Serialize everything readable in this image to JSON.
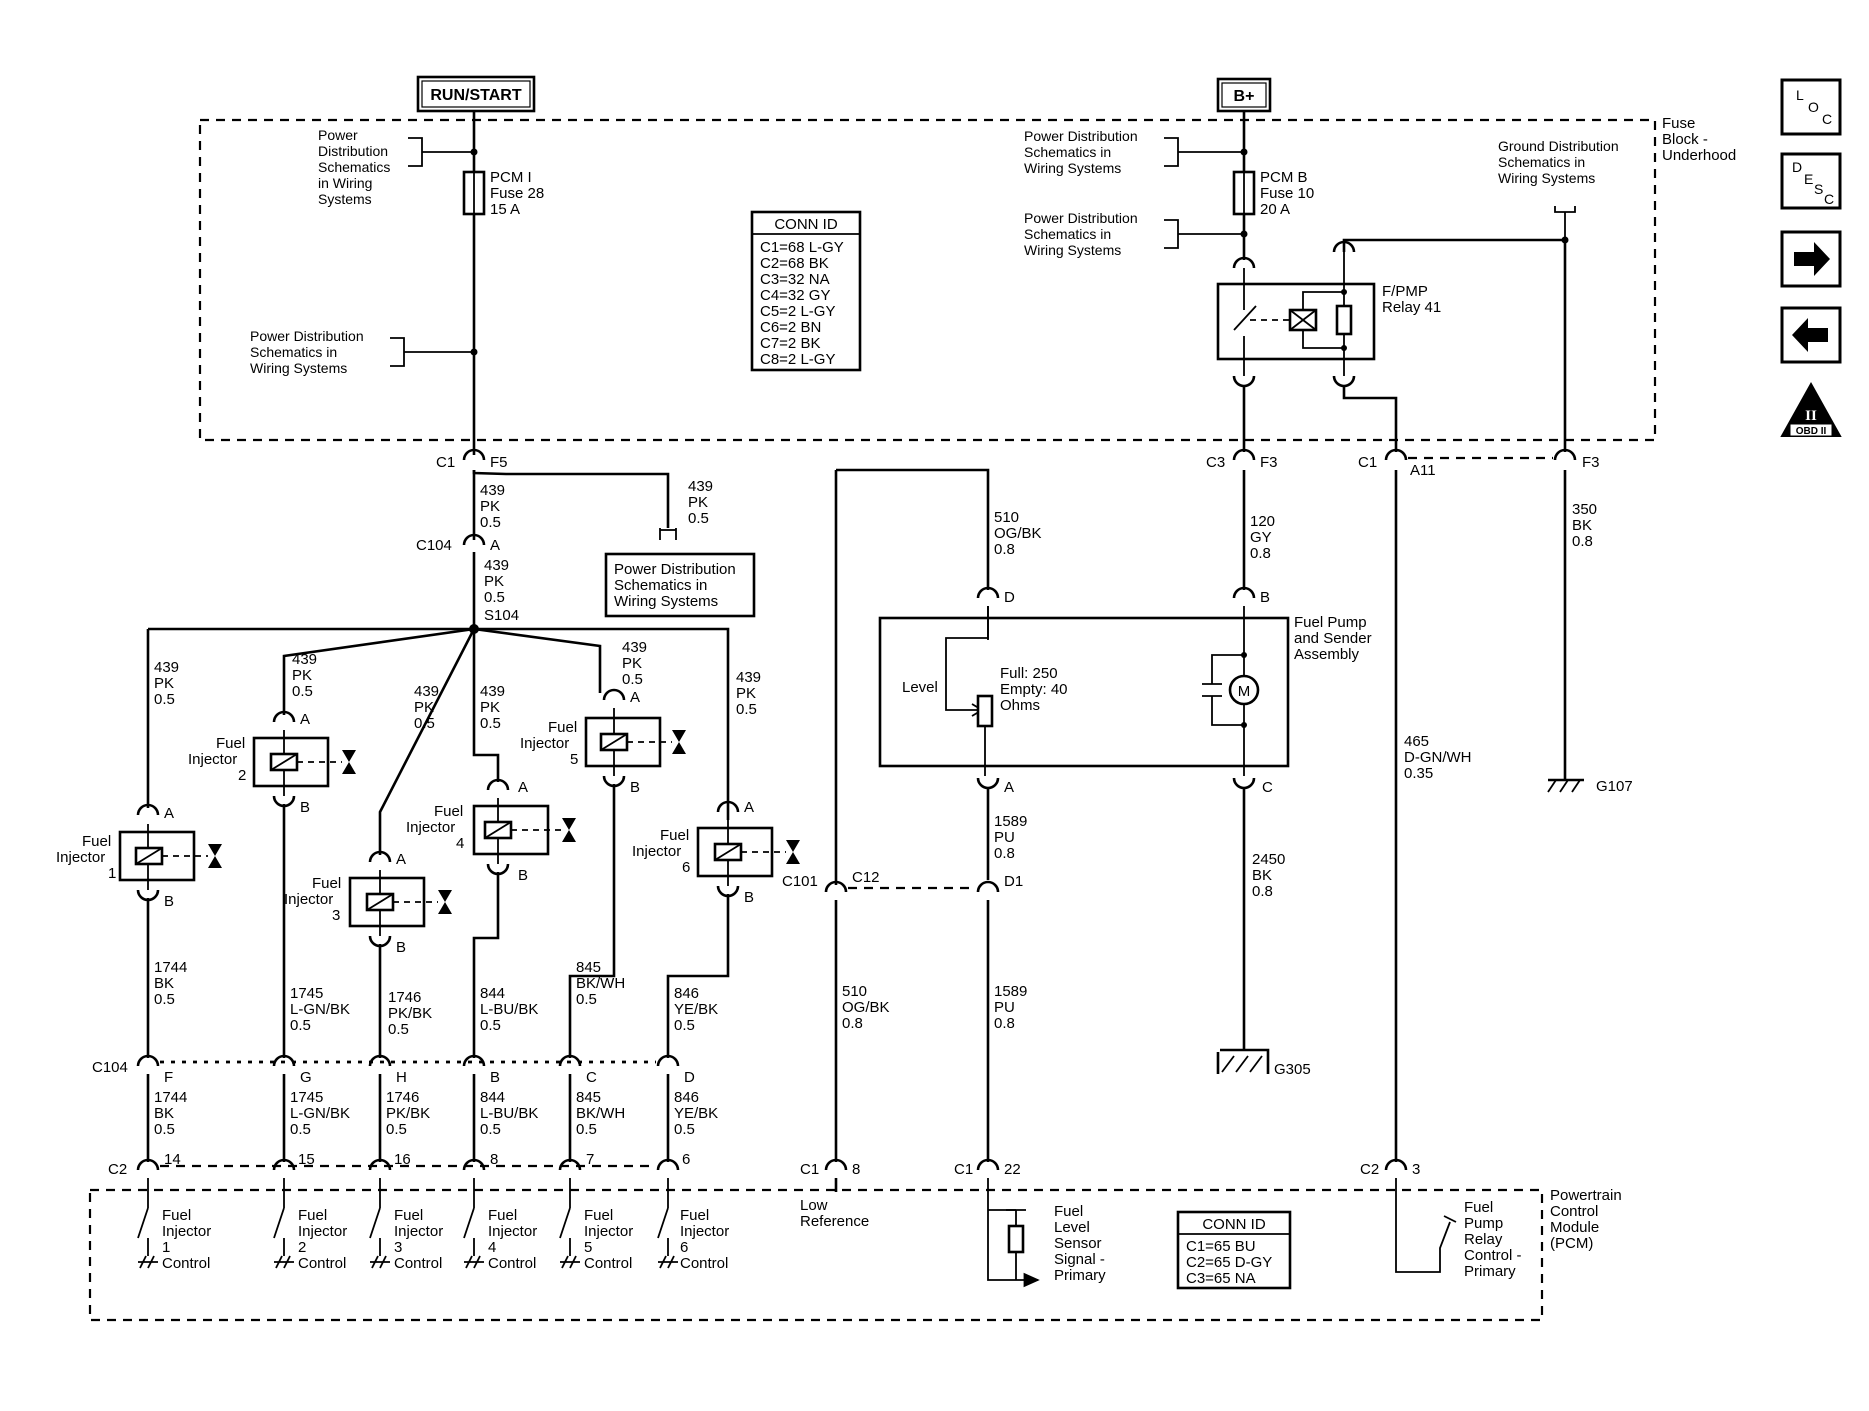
{
  "sources": {
    "run_start": "RUN/START",
    "b_plus": "B+"
  },
  "fuse_block": {
    "label_lines": [
      "Fuse",
      "Block -",
      "Underhood"
    ],
    "pcm_i_fuse": [
      "PCM I",
      "Fuse 28",
      "15 A"
    ],
    "pcm_b_fuse": [
      "PCM B",
      "Fuse 10",
      "20 A"
    ],
    "power_dist_1": [
      "Power",
      "Distribution",
      "Schematics",
      "in Wiring",
      "Systems"
    ],
    "power_dist_2": [
      "Power Distribution",
      "Schematics in",
      "Wiring Systems"
    ],
    "power_dist_3": [
      "Power Distribution",
      "Schematics in",
      "Wiring Systems"
    ],
    "power_dist_4": [
      "Power Distribution",
      "Schematics in",
      "Wiring Systems"
    ],
    "ground_dist": [
      "Ground Distribution",
      "Schematics in",
      "Wiring Systems"
    ],
    "relay_label": [
      "F/PMP",
      "Relay 41"
    ]
  },
  "conn_id_top": {
    "title": "CONN ID",
    "rows": [
      "C1=68 L-GY",
      "C2=68 BK",
      "C3=32 NA",
      "C4=32 GY",
      "C5=2 L-GY",
      "C6=2 BN",
      "C7=2 BK",
      "C8=2 L-GY"
    ]
  },
  "conn_id_pcm": {
    "title": "CONN ID",
    "rows": [
      "C1=65 BU",
      "C2=65 D-GY",
      "C3=65 NA"
    ]
  },
  "connectors": {
    "c1": "C1",
    "f5": "F5",
    "c104": "C104",
    "a": "A",
    "s104": "S104",
    "c3": "C3",
    "f3": "F3",
    "a11": "A11",
    "c101": "C101",
    "c12": "C12",
    "d1": "D1",
    "c2": "C2",
    "b": "B",
    "c": "C",
    "d": "D",
    "f": "F",
    "g": "G",
    "h": "H"
  },
  "wires": {
    "pk_439": [
      "439",
      "PK",
      "0.5"
    ],
    "og_bk_510": [
      "510",
      "OG/BK",
      "0.8"
    ],
    "gy_120": [
      "120",
      "GY",
      "0.8"
    ],
    "bk_350": [
      "350",
      "BK",
      "0.8"
    ],
    "dgn_wh_465": [
      "465",
      "D-GN/WH",
      "0.35"
    ],
    "pu_1589": [
      "1589",
      "PU",
      "0.8"
    ],
    "bk_2450": [
      "2450",
      "BK",
      "0.8"
    ],
    "w1744": [
      "1744",
      "BK",
      "0.5"
    ],
    "w1745": [
      "1745",
      "L-GN/BK",
      "0.5"
    ],
    "w1746": [
      "1746",
      "PK/BK",
      "0.5"
    ],
    "w844": [
      "844",
      "L-BU/BK",
      "0.5"
    ],
    "w845": [
      "845",
      "BK/WH",
      "0.5"
    ],
    "w846": [
      "846",
      "YE/BK",
      "0.5"
    ]
  },
  "injector_label": [
    "Fuel",
    "Injector"
  ],
  "injector_numbers": [
    "1",
    "2",
    "3",
    "4",
    "5",
    "6"
  ],
  "pcm_pins": [
    "14",
    "15",
    "16",
    "8",
    "7",
    "6"
  ],
  "pcm_pins_right": {
    "low_ref": "8",
    "sensor": "22",
    "relay": "3"
  },
  "power_dist_box": [
    "Power Distribution",
    "Schematics in",
    "Wiring Systems"
  ],
  "pump_assembly": {
    "label": [
      "Fuel Pump",
      "and Sender",
      "Assembly"
    ],
    "level": "Level",
    "ratings": [
      "Full: 250",
      "Empty: 40",
      "Ohms"
    ],
    "motor": "M"
  },
  "grounds": {
    "g107": "G107",
    "g305": "G305"
  },
  "pcm": {
    "label": [
      "Powertrain",
      "Control",
      "Module",
      "(PCM)"
    ],
    "control_word": "Control",
    "low_reference": [
      "Low",
      "Reference"
    ],
    "level_sensor": [
      "Fuel",
      "Level",
      "Sensor",
      "Signal -",
      "Primary"
    ],
    "relay_control": [
      "Fuel",
      "Pump",
      "Relay",
      "Control -",
      "Primary"
    ]
  },
  "nav": {
    "loc": [
      "L",
      "O",
      "C"
    ],
    "desc": [
      "D",
      "E",
      "S",
      "C"
    ],
    "next": "→",
    "prev": "←",
    "obd": [
      "II",
      "OBD II"
    ]
  }
}
